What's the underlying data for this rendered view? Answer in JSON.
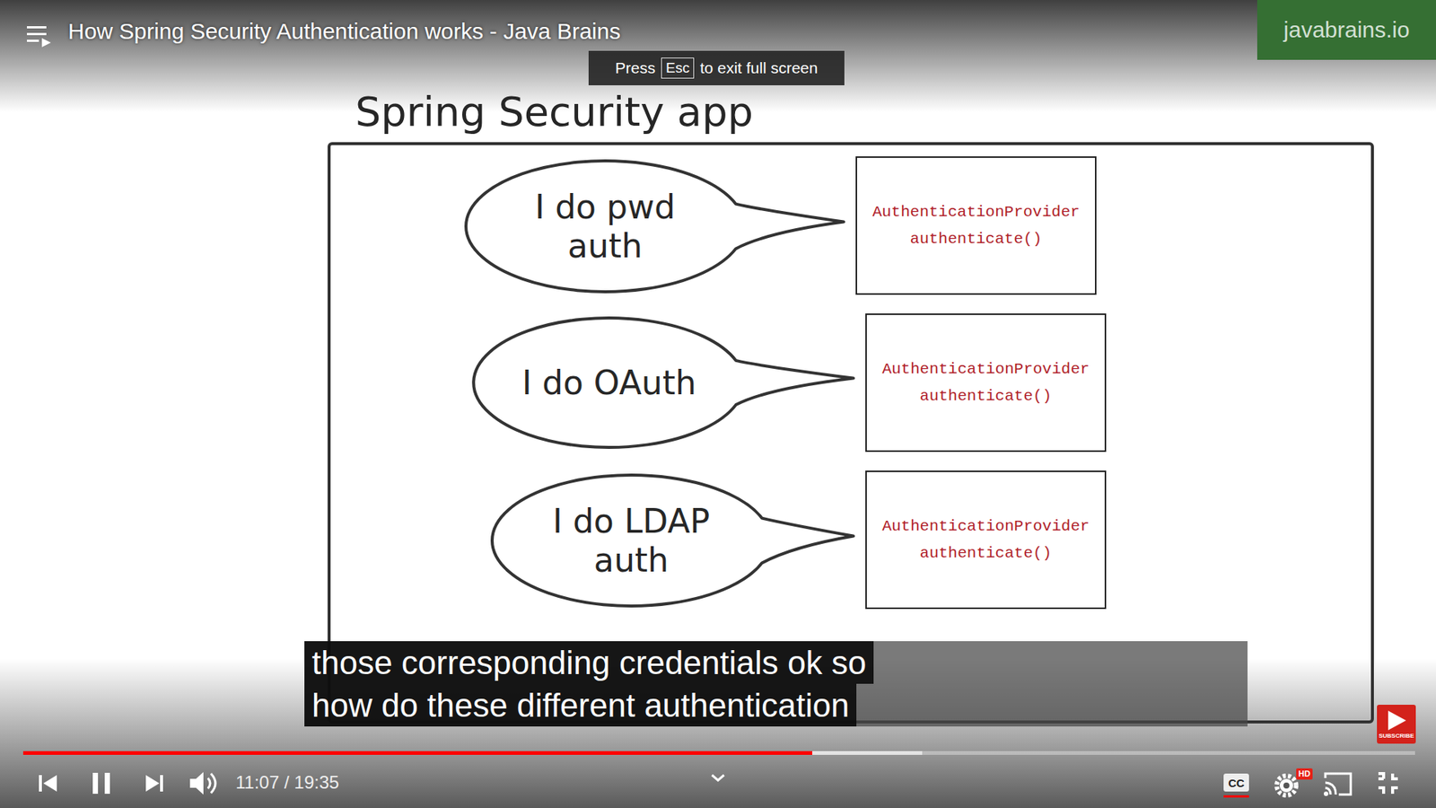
{
  "diagram": {
    "title": "How Spring Security Authentication works - Java Brains",
    "nodes": [
      {
        "text": [
          "Spring Security app"
        ]
      },
      {
        "text": [
          "I do pwd auth"
        ],
        "in": 0
      },
      {
        "text": [
          "AuthenticationProvider",
          "authenticate()"
        ],
        "in": 0
      },
      {
        "text": [
          "I do OAuth"
        ],
        "in": 0
      },
      {
        "text": [
          "AuthenticationProvider",
          "authenticate()"
        ],
        "in": 0
      },
      {
        "text": [
          "I do LDAP auth"
        ],
        "in": 0
      },
      {
        "text": [
          "AuthenticationProvider",
          "authenticate()"
        ],
        "in": 0
      }
    ],
    "labels": [
      "Press",
      "Esc",
      "to exit full screen",
      "javabrains.io",
      "those corresponding credentials ok so",
      "how do these different authentication",
      "11:07 / 19:35",
      "CC",
      "HD",
      "SUBSCRIBE"
    ]
  }
}
